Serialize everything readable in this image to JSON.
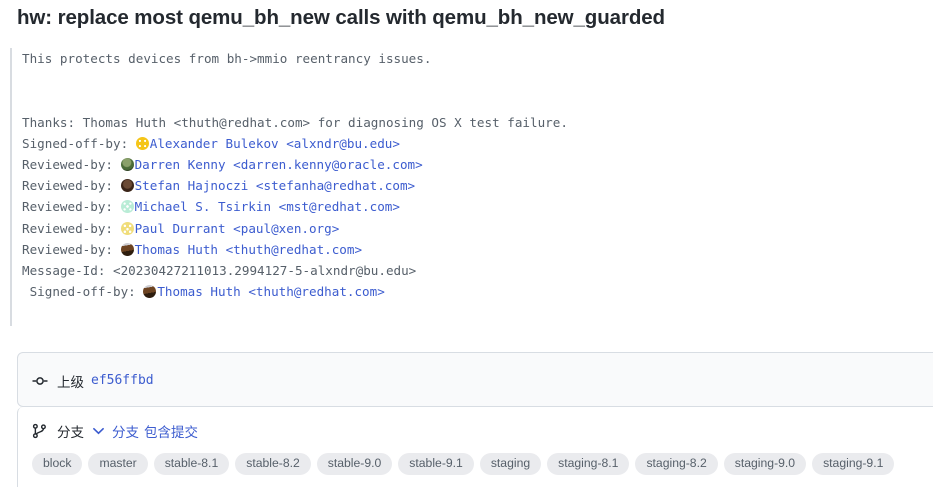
{
  "commit": {
    "title": "hw: replace most qemu_bh_new calls with qemu_bh_new_guarded",
    "body_lines": [
      {
        "type": "plain",
        "text": "This protects devices from bh->mmio reentrancy issues."
      },
      {
        "type": "blank",
        "text": ""
      },
      {
        "type": "blank",
        "text": ""
      },
      {
        "type": "plain",
        "text": "Thanks: Thomas Huth <thuth@redhat.com> for diagnosing OS X test failure."
      },
      {
        "type": "signature",
        "label": "Signed-off-by: ",
        "avatar": "identicon-orange-avatar",
        "name": "Alexander Bulekov",
        "email": "<alxndr@bu.edu>"
      },
      {
        "type": "signature",
        "label": "Reviewed-by: ",
        "avatar": "photo-green-avatar",
        "name": "Darren Kenny",
        "email": "<darren.kenny@oracle.com>"
      },
      {
        "type": "signature",
        "label": "Reviewed-by: ",
        "avatar": "photo-dark-avatar",
        "name": "Stefan Hajnoczi",
        "email": "<stefanha@redhat.com>"
      },
      {
        "type": "signature",
        "label": "Reviewed-by: ",
        "avatar": "identicon-mint-avatar",
        "name": "Michael S. Tsirkin",
        "email": "<mst@redhat.com>"
      },
      {
        "type": "signature",
        "label": "Reviewed-by: ",
        "avatar": "identicon-yellow-avatar",
        "name": "Paul Durrant",
        "email": "<paul@xen.org>"
      },
      {
        "type": "signature",
        "label": "Reviewed-by: ",
        "avatar": "photo-brown-avatar",
        "name": "Thomas Huth",
        "email": "<thuth@redhat.com>"
      },
      {
        "type": "plain",
        "text": "Message-Id: <20230427211013.2994127-5-alxndr@bu.edu>"
      },
      {
        "type": "signature",
        "label": " Signed-off-by: ",
        "avatar": "photo-brown-avatar",
        "name": "Thomas Huth",
        "email": "<thuth@redhat.com>"
      }
    ]
  },
  "parent": {
    "icon": "git-commit-icon",
    "label": "上级",
    "sha": "ef56ffbd"
  },
  "branches": {
    "icon": "git-branch-icon",
    "label": "分支",
    "chevron": "⌄",
    "link_primary": "分支",
    "link_secondary": "包含提交",
    "tags": [
      "block",
      "master",
      "stable-8.1",
      "stable-8.2",
      "stable-9.0",
      "stable-9.1",
      "staging",
      "staging-8.1",
      "staging-8.2",
      "staging-9.0",
      "staging-9.1"
    ]
  },
  "colors": {
    "link": "#3c5ccf",
    "text_muted": "#57606a",
    "text_dark": "#24292f",
    "tag_bg": "#eaebee",
    "card_bg": "#f9fafb",
    "border": "#d8dde3"
  }
}
